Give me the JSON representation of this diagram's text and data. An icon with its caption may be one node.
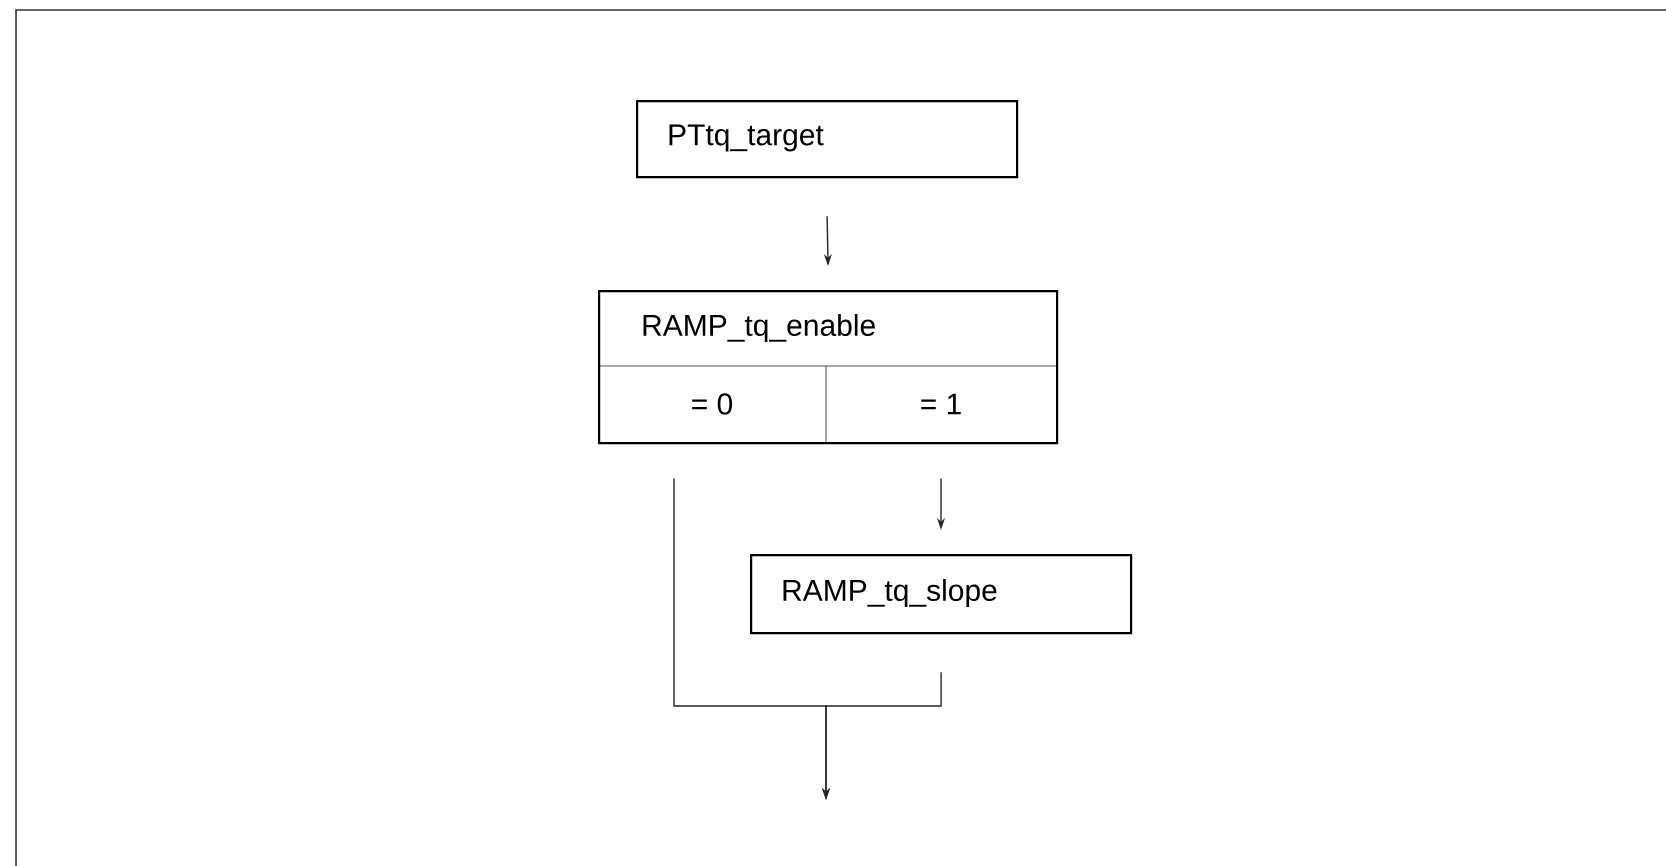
{
  "diagram": {
    "nodes": [
      {
        "text": [
          "PTtq_target"
        ]
      },
      {
        "text": [
          "RAMP_tq_enable"
        ]
      },
      {
        "text": [
          "= 0"
        ],
        "in": 1
      },
      {
        "text": [
          "= 1"
        ],
        "in": 1
      },
      {
        "text": [
          "RAMP_tq_slope"
        ]
      }
    ],
    "edges": [
      {
        "from": 0,
        "to": 1,
        "arrow": "to"
      },
      {
        "from": 3,
        "to": 4,
        "arrow": "to"
      },
      {
        "from": 2,
        "to": null,
        "arrow": "to"
      },
      {
        "from": 4,
        "to": null,
        "arrow": "to"
      }
    ]
  }
}
